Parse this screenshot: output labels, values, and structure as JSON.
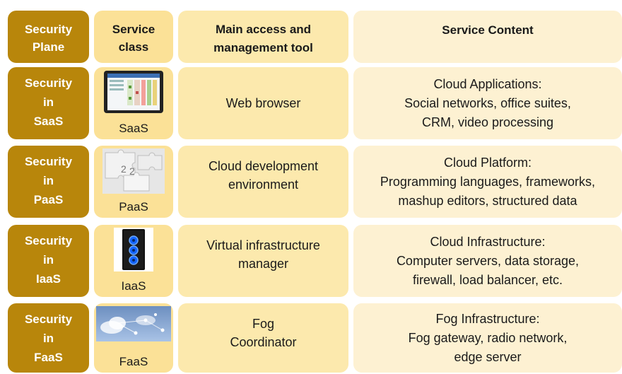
{
  "headers": {
    "plane": "Security Plane",
    "plane_l1": "Security",
    "plane_l2": "Plane",
    "cls_l1": "Service",
    "cls_l2": "class",
    "tool_l1": "Main access and",
    "tool_l2": "management tool",
    "content": "Service Content"
  },
  "rows": [
    {
      "plane": [
        "Security",
        "in",
        "SaaS"
      ],
      "class_label": "SaaS",
      "icon": "spreadsheet-tablet-icon",
      "tool": [
        "Web browser"
      ],
      "content": [
        "Cloud Applications:",
        "Social networks, office suites,",
        "CRM, video processing"
      ]
    },
    {
      "plane": [
        "Security",
        "in",
        "PaaS"
      ],
      "class_label": "PaaS",
      "icon": "puzzle-pieces-icon",
      "tool": [
        "Cloud development",
        "environment"
      ],
      "content": [
        "Cloud Platform:",
        "Programming languages, frameworks,",
        "mashup editors, structured data"
      ]
    },
    {
      "plane": [
        "Security",
        "in",
        "IaaS"
      ],
      "class_label": "IaaS",
      "icon": "server-tower-icon",
      "tool": [
        "Virtual infrastructure",
        "manager"
      ],
      "content": [
        "Cloud Infrastructure:",
        "Computer servers, data storage,",
        "firewall, load balancer, etc."
      ]
    },
    {
      "plane": [
        "Security",
        "in",
        "FaaS"
      ],
      "class_label": "FaaS",
      "icon": "fog-cloud-network-icon",
      "tool": [
        "Fog",
        "Coordinator"
      ],
      "content": [
        "Fog Infrastructure:",
        "Fog gateway, radio network,",
        "edge server"
      ]
    }
  ],
  "colors": {
    "plane": "#b8860b",
    "class": "#fbe197",
    "tool": "#fce9ad",
    "content": "#fdf1d2"
  }
}
